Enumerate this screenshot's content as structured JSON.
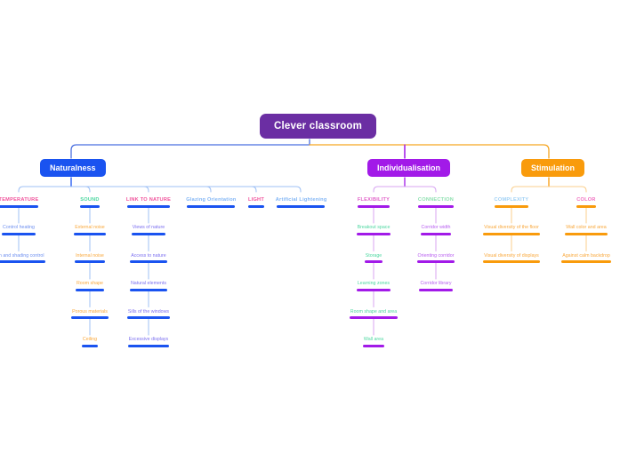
{
  "colors": {
    "root_bg": "#6b2ea3",
    "naturalness": "#1a53f0",
    "individualisation": "#a21ae8",
    "stimulation": "#f99b0c",
    "trunk_blue": "#4a6fe0",
    "trunk_orange": "#f5a623",
    "link_light_blue": "#9fc0f5",
    "link_light_purple": "#d8a6f2",
    "link_light_orange": "#fbcf8e",
    "pink": "#f0509a",
    "green": "#4cd7a0",
    "sky": "#7fb4f5",
    "leaf_blue_text": "#6f90f0",
    "leaf_purple_text": "#b85ef0",
    "leaf_orange_text": "#f9a83c"
  },
  "root": {
    "label": "Clever classroom"
  },
  "branches": [
    {
      "id": "naturalness",
      "label": "Naturalness"
    },
    {
      "id": "individualisation",
      "label": "Individualisation"
    },
    {
      "id": "stimulation",
      "label": "Stimulation"
    }
  ],
  "columns": [
    {
      "id": "temperature",
      "header": "TEMPERATURE",
      "header_color": "#f0509a",
      "bar_color": "#1a53f0",
      "leaf_text_color": "#6f90f0",
      "leaf_bar_color": "#1a53f0",
      "items": [
        {
          "label": "Control heating"
        },
        {
          "label": "Sun and shading control"
        }
      ]
    },
    {
      "id": "sound",
      "header": "SOUND",
      "header_color": "#4cd7a0",
      "bar_color": "#1a53f0",
      "leaf_text_color": "#f9a83c",
      "leaf_bar_color": "#1a53f0",
      "items": [
        {
          "label": "External noise"
        },
        {
          "label": "Internal noise"
        },
        {
          "label": "Room shape"
        },
        {
          "label": "Porous materials"
        },
        {
          "label": "Ceiling"
        }
      ]
    },
    {
      "id": "link-to-nature",
      "header": "LINK TO NATURE",
      "header_color": "#f0509a",
      "bar_color": "#1a53f0",
      "leaf_text_color": "#7b6ff0",
      "leaf_bar_color": "#1a53f0",
      "items": [
        {
          "label": "Views of nature"
        },
        {
          "label": "Access to nature"
        },
        {
          "label": "Natural elements"
        },
        {
          "label": "Sills of the windows"
        },
        {
          "label": "Excessive displays"
        }
      ]
    },
    {
      "id": "glazing-orientation",
      "header": "Glazing Orientation",
      "header_color": "#7fb4f5",
      "bar_color": "#1a53f0",
      "leaf_text_color": "#6f90f0",
      "leaf_bar_color": "#1a53f0",
      "items": []
    },
    {
      "id": "light",
      "header": "LIGHT",
      "header_color": "#f0509a",
      "bar_color": "#1a53f0",
      "leaf_text_color": "#6f90f0",
      "leaf_bar_color": "#1a53f0",
      "items": []
    },
    {
      "id": "artificial-lightening",
      "header": "Artificial Lightening",
      "header_color": "#7fb4f5",
      "bar_color": "#1a53f0",
      "leaf_text_color": "#6f90f0",
      "leaf_bar_color": "#1a53f0",
      "items": []
    },
    {
      "id": "flexibility",
      "header": "FLEXIBILITY",
      "header_color": "#e060c8",
      "bar_color": "#a21ae8",
      "leaf_text_color": "#4cd7a0",
      "leaf_bar_color": "#a21ae8",
      "items": [
        {
          "label": "Breakout space"
        },
        {
          "label": "Storage"
        },
        {
          "label": "Learning zones"
        },
        {
          "label": "Room shape and area"
        },
        {
          "label": "Wall area"
        }
      ]
    },
    {
      "id": "connection",
      "header": "CONNECTION",
      "header_color": "#8fe0b0",
      "bar_color": "#a21ae8",
      "leaf_text_color": "#b85ef0",
      "leaf_bar_color": "#a21ae8",
      "items": [
        {
          "label": "Corridor width"
        },
        {
          "label": "Orienting corridor"
        },
        {
          "label": "Corridor library"
        }
      ]
    },
    {
      "id": "complexity",
      "header": "COMPLEXITY",
      "header_color": "#9fd0f5",
      "bar_color": "#f99b0c",
      "leaf_text_color": "#f9a83c",
      "leaf_bar_color": "#f99b0c",
      "items": [
        {
          "label": "Visual diversity of the floor"
        },
        {
          "label": "Visual diversity of displays"
        }
      ]
    },
    {
      "id": "color",
      "header": "COLOR",
      "header_color": "#f06fc0",
      "bar_color": "#f99b0c",
      "leaf_text_color": "#f9a83c",
      "leaf_bar_color": "#f99b0c",
      "items": [
        {
          "label": "Wall color and area"
        },
        {
          "label": "Against calm backdrop"
        }
      ]
    }
  ]
}
